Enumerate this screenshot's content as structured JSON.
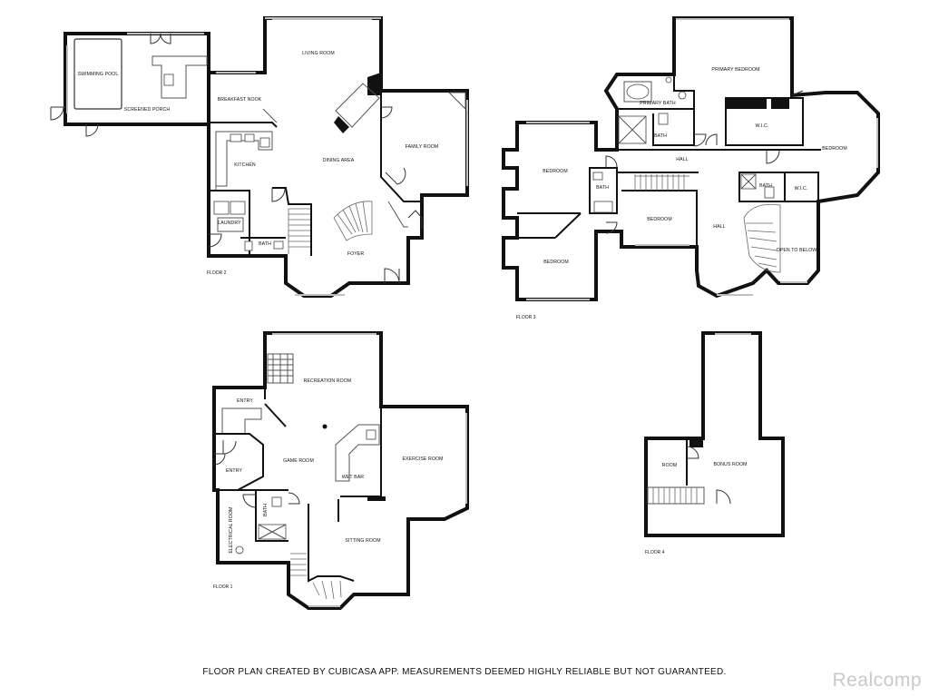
{
  "rooms": {
    "swimming_pool": "SWIMMING POOL",
    "screened_porch": "SCREENED PORCH",
    "breakfast_nook": "BREAKFAST NOOK",
    "living_room": "LIVING ROOM",
    "kitchen": "KITCHEN",
    "dining_area": "DINING AREA",
    "family_room": "FAMILY ROOM",
    "laundry": "LAUNDRY",
    "bath_f2": "BATH",
    "foyer": "FOYER",
    "primary_bedroom": "PRIMARY BEDROOM",
    "primary_bath": "PRIMARY BATH",
    "bath_primary_wc": "BATH",
    "wic_primary": "W.I.C.",
    "hall_f3_top": "HALL",
    "bedroom_east": "BEDROOM",
    "bedroom_nw": "BEDROOM",
    "bath_f3_mid": "BATH",
    "bedroom_center": "BEDROOM",
    "bedroom_sw": "BEDROOM",
    "hall_f3_center": "HALL",
    "bath_f3_east": "BATH",
    "wic_east": "W.I.C.",
    "open_to_below": "OPEN TO BELOW",
    "recreation_room": "RECREATION ROOM",
    "entry_top": "ENTRY",
    "entry_mid": "ENTRY",
    "game_room": "GAME ROOM",
    "wet_bar": "WET BAR",
    "exercise_room": "EXERCISE ROOM",
    "electrical_room": "ELECTRICAL ROOM",
    "bath_f1": "BATH",
    "sitting_room": "SITTING ROOM",
    "room_f4": "ROOM",
    "bonus_room": "BONUS ROOM"
  },
  "floors": {
    "floor2": "FLOOR 2",
    "floor3": "FLOOR 3",
    "floor1": "FLOOR 1",
    "floor4": "FLOOR 4"
  },
  "footer": {
    "disclaimer": "FLOOR PLAN CREATED BY CUBICASA APP. MEASUREMENTS DEEMED HIGHLY RELIABLE BUT NOT GUARANTEED.",
    "brand": "Realcomp"
  }
}
